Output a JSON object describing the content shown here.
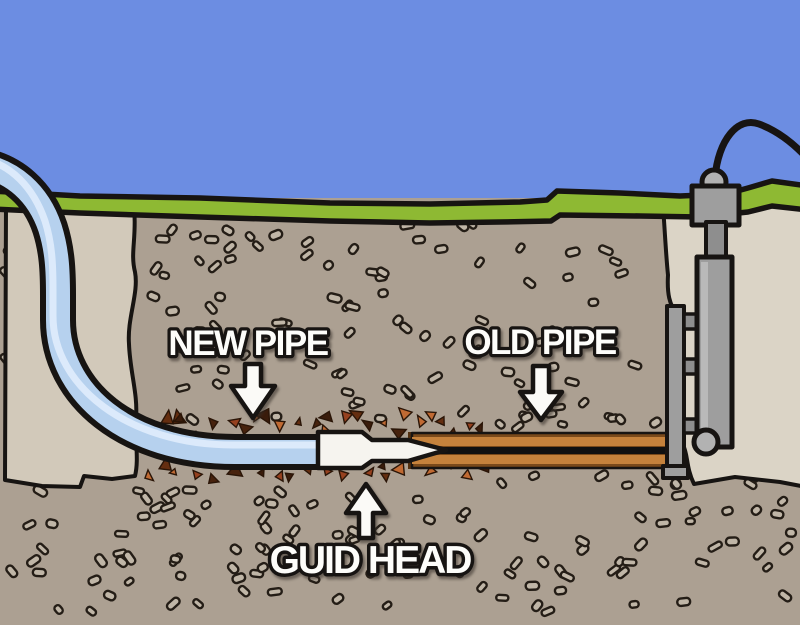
{
  "labels": {
    "new_pipe": "NEW PIPE",
    "old_pipe": "OLD PIPE",
    "guide_head": "GUID HEAD"
  },
  "icons": {
    "new_pipe_pointer": "down-arrow",
    "old_pipe_pointer": "down-arrow",
    "guide_head_pointer": "up-arrow"
  },
  "colors": {
    "sky": "#6c8de2",
    "grass": "#8eb933",
    "soil": "#aca092",
    "soil_pebble": "#c0b6a7",
    "entry_pit": "#d2c9ba",
    "exit_pit": "#dbd4c6",
    "new_pipe": "#b6d1ee",
    "new_pipe_highlight": "#dceafb",
    "old_pipe": "#c5823c",
    "old_pipe_shadow": "#7a4a1b",
    "old_pipe_opening": "#53300f",
    "pull_rod": "#111111",
    "guide_head": "#f6f4ef",
    "machine_gray": "#9e9e9e",
    "machine_light": "#b2b2b2",
    "machine_dark": "#8e8e8e",
    "outline": "#171412",
    "label_fill": "#fdfdfa",
    "debris_palette": [
      "#47220d",
      "#96411f",
      "#c06a33",
      "#652e10",
      "#3a1c0b"
    ]
  },
  "texture": {
    "pebble_seed": 11,
    "debris_seed": 5
  }
}
